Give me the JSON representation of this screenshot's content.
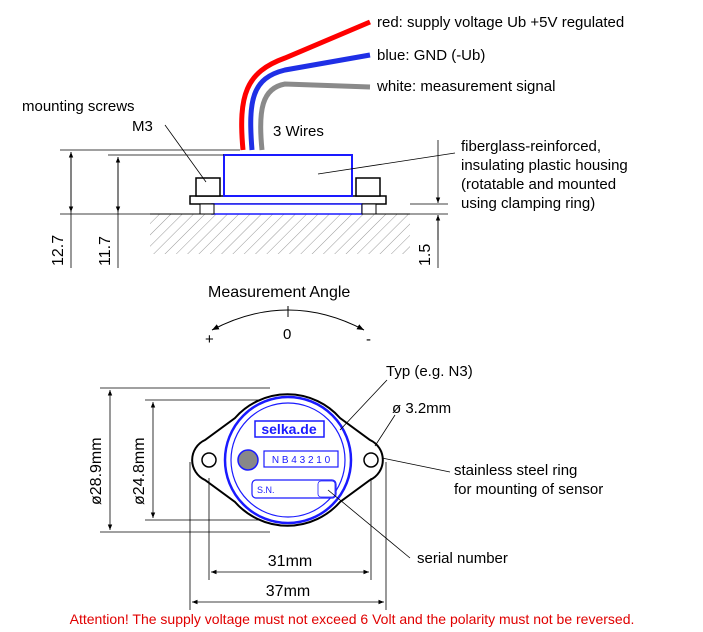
{
  "wires": {
    "red": "red: supply voltage Ub +5V regulated",
    "blue": "blue: GND (-Ub)",
    "white": "white: measurement signal",
    "count": "3  Wires",
    "colors": {
      "red": "#ff0000",
      "blue": "#1f2fe6",
      "white": "#8a8a8a"
    }
  },
  "side_view": {
    "screws_line1": "mounting screws",
    "screws_line2": "M3",
    "housing_line1": "fiberglass-reinforced,",
    "housing_line2": "insulating plastic housing",
    "housing_line3": "(rotatable and mounted",
    "housing_line4": "using clamping ring)",
    "dim_total": "12.7",
    "dim_body": "11.7",
    "dim_base": "1.5",
    "housing_color": "#1a1aff"
  },
  "angle": {
    "title": "Measurement Angle",
    "zero": "0",
    "plus": "+",
    "minus": "-"
  },
  "top_view": {
    "type_label": "Typ (e.g. N3)",
    "hole_dia": "ø 3.2mm",
    "ring_line1": "stainless steel ring",
    "ring_line2": "for mounting of sensor",
    "serial": "serial number",
    "logo": "selka.de",
    "model": "N B 4 3 2 1 0",
    "sn": "S.N.",
    "dia_outer": "ø28.9mm",
    "dia_inner": "ø24.8mm",
    "w_inner": "31mm",
    "w_outer": "37mm"
  },
  "warning": "Attention! The supply voltage must not exceed 6 Volt and the polarity must not be reversed."
}
